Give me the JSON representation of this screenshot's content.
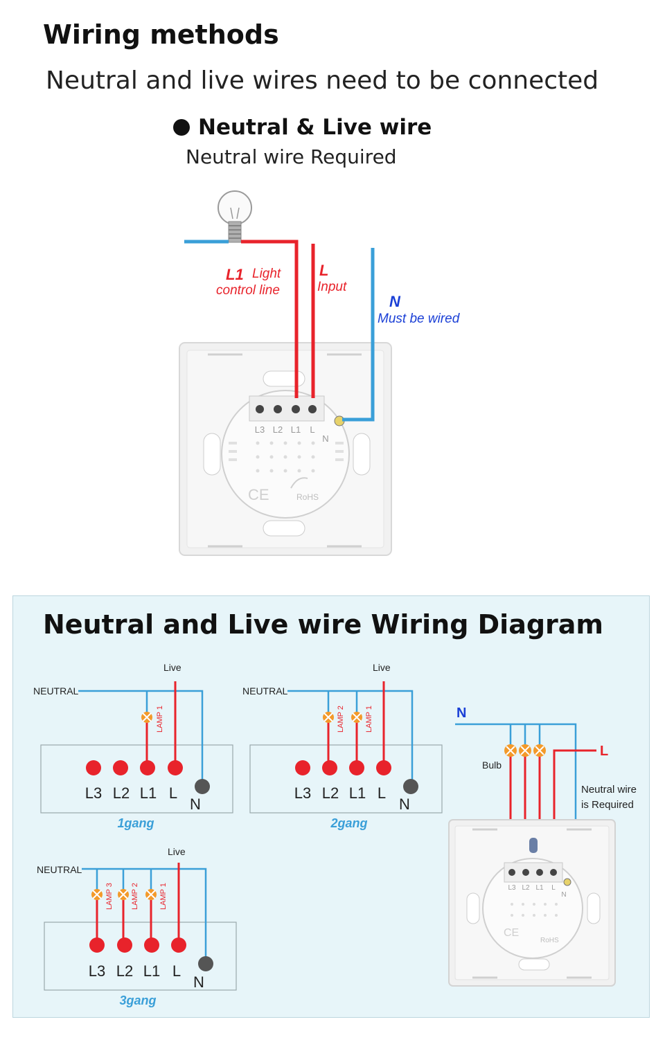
{
  "header": {
    "title": "Wiring methods",
    "subtitle": "Neutral and live wires need to be connected"
  },
  "section": {
    "bullet_title": "Neutral & Live wire",
    "bullet_subtitle": "Neutral wire Required"
  },
  "top_diagram": {
    "l1_code": "L1",
    "l1_text_a": "Light",
    "l1_text_b": "control line",
    "l_code": "L",
    "l_text": "Input",
    "n_code": "N",
    "n_text": "Must be wired",
    "terminal_labels": [
      "L3",
      "L2",
      "L1",
      "L"
    ],
    "n_terminal": "N",
    "rohs": "RoHS",
    "ce": "CE"
  },
  "panel": {
    "title": "Neutral and Live wire Wiring Diagram",
    "neutral_label": "NEUTRAL",
    "live_label": "Live",
    "lamp_labels": [
      "LAMP 1",
      "LAMP 2",
      "LAMP 3"
    ],
    "terminals": [
      "L3",
      "L2",
      "L1",
      "L"
    ],
    "n_terminal": "N",
    "gang_1": "1gang",
    "gang_2": "2gang",
    "gang_3": "3gang",
    "right_n": "N",
    "right_l": "L",
    "bulb_label": "Bulb",
    "neutral_note_a": "Neutral wire",
    "neutral_note_b": "is Required",
    "mini_terminals": [
      "L3",
      "L2",
      "L1",
      "L"
    ],
    "mini_n": "N",
    "mini_rohs": "RoHS",
    "mini_ce": "CE"
  },
  "colors": {
    "red": "#e8232b",
    "blue": "#3a9fd8",
    "dark_blue": "#1a3fd6",
    "lamp": "#f39a2a",
    "panel_bg": "#e7f5f9"
  }
}
